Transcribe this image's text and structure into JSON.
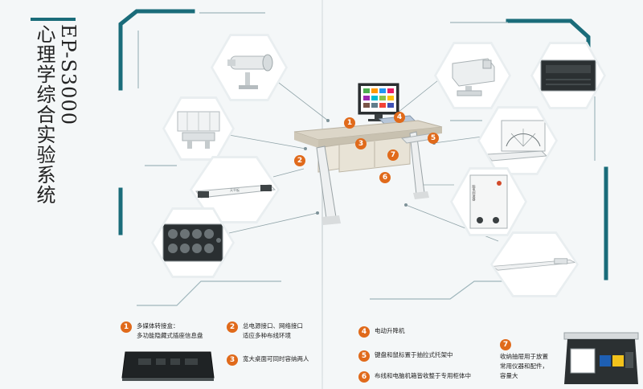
{
  "title": {
    "model": "EP-S3000",
    "name": "心理学综合实验系统"
  },
  "colors": {
    "accent_teal": "#1a6c7a",
    "marker_orange": "#e06a1b",
    "hex_bg": "#e9eef0"
  },
  "markers": [
    "1",
    "2",
    "3",
    "4",
    "5",
    "6",
    "7"
  ],
  "devices": {
    "panel_label": "脑电刺激器",
    "rail_label": "天平板"
  },
  "legend": [
    {
      "num": "1",
      "lines": [
        "多媒体转接盒：",
        "多功能隐藏式插座信息盘"
      ]
    },
    {
      "num": "2",
      "lines": [
        "总电源接口、网络接口",
        "适应多种布线环境"
      ]
    },
    {
      "num": "3",
      "lines": [
        "宽大桌面可同时容纳两人"
      ]
    },
    {
      "num": "4",
      "lines": [
        "电动升降机"
      ]
    },
    {
      "num": "5",
      "lines": [
        "键盘和鼠标置于抽拉式托架中"
      ]
    },
    {
      "num": "6",
      "lines": [
        "布线和电脑机箱皆收整于专用柜体中"
      ]
    },
    {
      "num": "7",
      "lines": [
        "收纳抽屉用于放置",
        "常用仪器和配件，",
        "容量大"
      ]
    }
  ]
}
